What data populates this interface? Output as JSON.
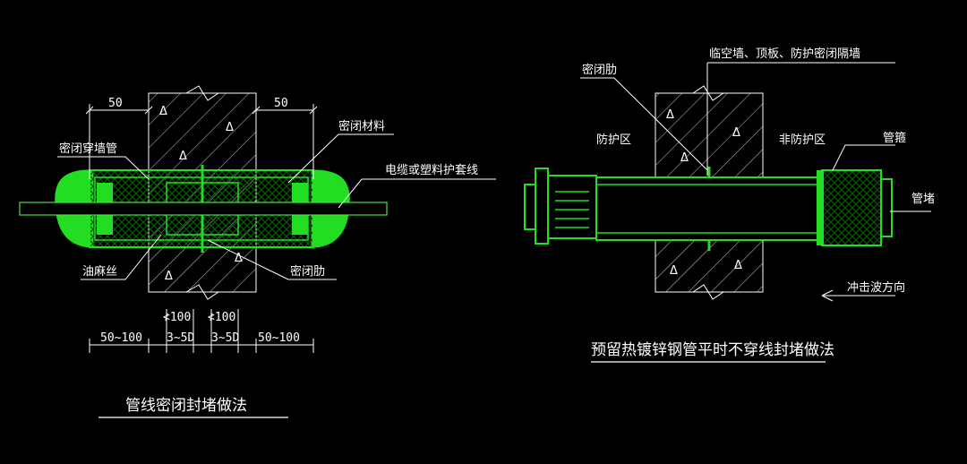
{
  "colors": {
    "background": "#000000",
    "linework": "#ffffff",
    "seal": "#22dd22",
    "sealDark": "#0a5a0a"
  },
  "left": {
    "title": "管线密闭封堵做法",
    "labels": {
      "sleeve": "密闭穿墙管",
      "material": "密闭材料",
      "cable": "电缆或塑料护套线",
      "oakum": "油麻丝",
      "rib": "密闭肋"
    },
    "dims": {
      "top_left": "50",
      "top_right": "50",
      "bottom_1": "50~100",
      "bottom_2": "3~5D",
      "bottom_3": "3~5D",
      "bottom_4": "50~100",
      "stack_1": "≮100",
      "stack_2": "≮100"
    }
  },
  "right": {
    "title": "预留热镀锌钢管平时不穿线封堵做法",
    "labels": {
      "rib": "密闭肋",
      "wall": "临空墙、顶板、防护密闭隔墙",
      "protect": "防护区",
      "nonprotect": "非防护区",
      "cap": "管箍",
      "plug": "管堵",
      "wave": "冲击波方向"
    }
  }
}
